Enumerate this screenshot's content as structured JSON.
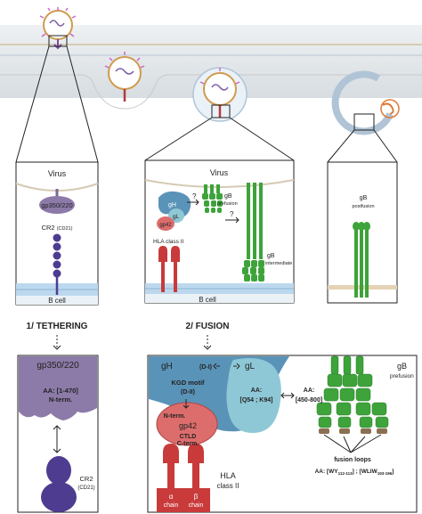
{
  "step_labels": {
    "tethering": "1/ TETHERING",
    "fusion": "2/ FUSION"
  },
  "panel1": {
    "virus": "Virus",
    "gp350": "gp350/220",
    "cr2": "CR2",
    "cr2_sub": "(CD21)",
    "bcell": "B cell"
  },
  "panel2": {
    "virus": "Virus",
    "gh": "gH",
    "gl": "gL",
    "gp42": "gp42",
    "hla": "HLA class II",
    "q1": "?",
    "q2": "?",
    "gb_pre": "gB",
    "gb_pre_sub": "prefusion",
    "gb_int": "gB",
    "gb_int_sub": "intermediate",
    "bcell": "B cell"
  },
  "panel3": {
    "gb": "gB",
    "gb_sub": "postfusion"
  },
  "zoom1": {
    "gp350": "gp350/220",
    "aa": "AA: [1-470]",
    "nterm": "N-term.",
    "cr2": "CR2",
    "cr2_sub": "(CD21)"
  },
  "zoom2": {
    "gh": "gH",
    "di": "(D-I)",
    "gl": "gL",
    "kgd": "KGD motif",
    "dii": "(D-II)",
    "gl_aa": "AA:",
    "gl_aa_val": "[Q54 ; K94]",
    "gp42_nterm": "N-term.",
    "gp42": "gp42",
    "ctld": "CTLD",
    "cterm": "C-term.",
    "alpha": "α",
    "alpha_sub": "chain",
    "beta": "β",
    "beta_sub": "chain",
    "hla": "HLA",
    "hla_sub": "class II",
    "gb_aa": "AA:",
    "gb_aa_val": "[450-800]",
    "gb": "gB",
    "gb_sub": "prefusion",
    "fusion_loops": "fusion loops",
    "fusion_aa": "AA: [WY",
    "fusion_aa_sub1": "112-113",
    "fusion_aa_mid": "] ; [WLIW",
    "fusion_aa_sub2": "193-196",
    "fusion_aa_end": "]"
  },
  "colors": {
    "membrane_top": "#e8ecef",
    "cell_membrane": "#bcd8ee",
    "gh": "#5a93b8",
    "gl": "#8ec8d6",
    "gp42": "#dd6d6d",
    "hla": "#c93a3a",
    "gb": "#3da33a",
    "gp350": "#8c7aa8",
    "cr2": "#4d3c8f"
  }
}
